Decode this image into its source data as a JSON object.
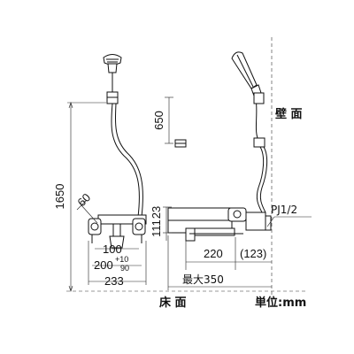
{
  "labels": {
    "wall": "壁 面",
    "floor": "床 面",
    "unit": "単位:mm",
    "thread": "PJ1/2"
  },
  "dimensions": {
    "total_height": "1650",
    "hanger_gap": "650",
    "angle_60": "60",
    "d_23": "23",
    "d_111": "111",
    "d_100": "100",
    "d_200": "200",
    "d_200_tol_plus": "+10",
    "d_200_tol_base": "90",
    "d_233": "233",
    "d_220": "220",
    "d_123": "(123)",
    "max_350": "最大350"
  }
}
